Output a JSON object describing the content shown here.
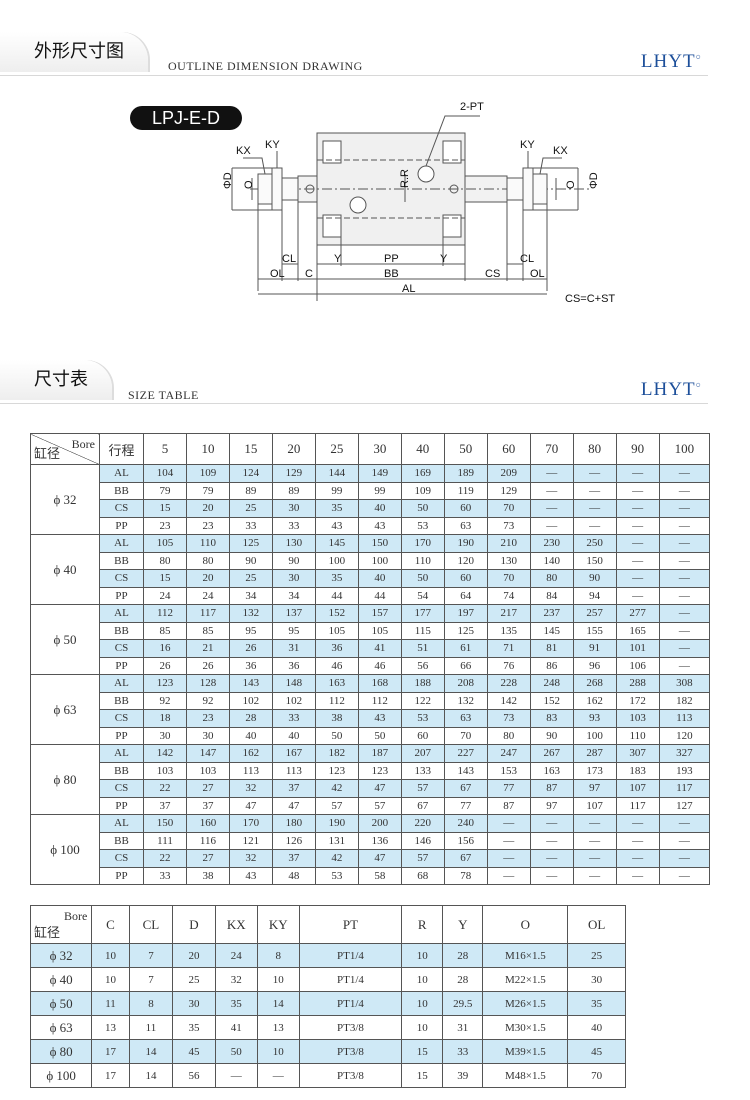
{
  "section1": {
    "title_cn": "外形尺寸图",
    "title_en": "OUTLINE DIMENSION DRAWING",
    "logo": "LHYT"
  },
  "section2": {
    "title_cn": "尺寸表",
    "title_en": "SIZE TABLE",
    "logo": "LHYT"
  },
  "drawing": {
    "model": "LPJ-E-D",
    "labels": {
      "pt": "2-PT",
      "ky_l": "KY",
      "kx_l": "KX",
      "ky_r": "KY",
      "kx_r": "KX",
      "phid_l": "ΦD",
      "o_l": "O",
      "phid_r": "ΦD",
      "o_r": "O",
      "rr": "R.R",
      "cl_l": "CL",
      "ol_l": "OL",
      "c": "C",
      "y_l": "Y",
      "pp": "PP",
      "y_r": "Y",
      "bb": "BB",
      "cs": "CS",
      "cl_r": "CL",
      "ol_r": "OL",
      "al": "AL",
      "note": "CS=C+ST"
    }
  },
  "table1": {
    "bore_label": "Bore",
    "bore_cn": "缸径",
    "stroke_cn": "行程",
    "strokes": [
      "5",
      "10",
      "15",
      "20",
      "25",
      "30",
      "40",
      "50",
      "60",
      "70",
      "80",
      "90",
      "100"
    ],
    "row_labels": [
      "AL",
      "BB",
      "CS",
      "PP"
    ],
    "groups": [
      {
        "bore": "ϕ 32",
        "rows": [
          [
            "104",
            "109",
            "124",
            "129",
            "144",
            "149",
            "169",
            "189",
            "209",
            "—",
            "—",
            "—",
            "—"
          ],
          [
            "79",
            "79",
            "89",
            "89",
            "99",
            "99",
            "109",
            "119",
            "129",
            "—",
            "—",
            "—",
            "—"
          ],
          [
            "15",
            "20",
            "25",
            "30",
            "35",
            "40",
            "50",
            "60",
            "70",
            "—",
            "—",
            "—",
            "—"
          ],
          [
            "23",
            "23",
            "33",
            "33",
            "43",
            "43",
            "53",
            "63",
            "73",
            "—",
            "—",
            "—",
            "—"
          ]
        ]
      },
      {
        "bore": "ϕ 40",
        "rows": [
          [
            "105",
            "110",
            "125",
            "130",
            "145",
            "150",
            "170",
            "190",
            "210",
            "230",
            "250",
            "—",
            "—"
          ],
          [
            "80",
            "80",
            "90",
            "90",
            "100",
            "100",
            "110",
            "120",
            "130",
            "140",
            "150",
            "—",
            "—"
          ],
          [
            "15",
            "20",
            "25",
            "30",
            "35",
            "40",
            "50",
            "60",
            "70",
            "80",
            "90",
            "—",
            "—"
          ],
          [
            "24",
            "24",
            "34",
            "34",
            "44",
            "44",
            "54",
            "64",
            "74",
            "84",
            "94",
            "—",
            "—"
          ]
        ]
      },
      {
        "bore": "ϕ 50",
        "rows": [
          [
            "112",
            "117",
            "132",
            "137",
            "152",
            "157",
            "177",
            "197",
            "217",
            "237",
            "257",
            "277",
            "—"
          ],
          [
            "85",
            "85",
            "95",
            "95",
            "105",
            "105",
            "115",
            "125",
            "135",
            "145",
            "155",
            "165",
            "—"
          ],
          [
            "16",
            "21",
            "26",
            "31",
            "36",
            "41",
            "51",
            "61",
            "71",
            "81",
            "91",
            "101",
            "—"
          ],
          [
            "26",
            "26",
            "36",
            "36",
            "46",
            "46",
            "56",
            "66",
            "76",
            "86",
            "96",
            "106",
            "—"
          ]
        ]
      },
      {
        "bore": "ϕ 63",
        "rows": [
          [
            "123",
            "128",
            "143",
            "148",
            "163",
            "168",
            "188",
            "208",
            "228",
            "248",
            "268",
            "288",
            "308"
          ],
          [
            "92",
            "92",
            "102",
            "102",
            "112",
            "112",
            "122",
            "132",
            "142",
            "152",
            "162",
            "172",
            "182"
          ],
          [
            "18",
            "23",
            "28",
            "33",
            "38",
            "43",
            "53",
            "63",
            "73",
            "83",
            "93",
            "103",
            "113"
          ],
          [
            "30",
            "30",
            "40",
            "40",
            "50",
            "50",
            "60",
            "70",
            "80",
            "90",
            "100",
            "110",
            "120"
          ]
        ]
      },
      {
        "bore": "ϕ 80",
        "rows": [
          [
            "142",
            "147",
            "162",
            "167",
            "182",
            "187",
            "207",
            "227",
            "247",
            "267",
            "287",
            "307",
            "327"
          ],
          [
            "103",
            "103",
            "113",
            "113",
            "123",
            "123",
            "133",
            "143",
            "153",
            "163",
            "173",
            "183",
            "193"
          ],
          [
            "22",
            "27",
            "32",
            "37",
            "42",
            "47",
            "57",
            "67",
            "77",
            "87",
            "97",
            "107",
            "117"
          ],
          [
            "37",
            "37",
            "47",
            "47",
            "57",
            "57",
            "67",
            "77",
            "87",
            "97",
            "107",
            "117",
            "127"
          ]
        ]
      },
      {
        "bore": "ϕ 100",
        "rows": [
          [
            "150",
            "160",
            "170",
            "180",
            "190",
            "200",
            "220",
            "240",
            "—",
            "—",
            "—",
            "—",
            "—"
          ],
          [
            "111",
            "116",
            "121",
            "126",
            "131",
            "136",
            "146",
            "156",
            "—",
            "—",
            "—",
            "—",
            "—"
          ],
          [
            "22",
            "27",
            "32",
            "37",
            "42",
            "47",
            "57",
            "67",
            "—",
            "—",
            "—",
            "—",
            "—"
          ],
          [
            "33",
            "38",
            "43",
            "48",
            "53",
            "58",
            "68",
            "78",
            "—",
            "—",
            "—",
            "—",
            "—"
          ]
        ]
      }
    ]
  },
  "table2": {
    "bore_label": "Bore",
    "bore_cn": "缸径",
    "headers": [
      "C",
      "CL",
      "D",
      "KX",
      "KY",
      "PT",
      "R",
      "Y",
      "O",
      "OL"
    ],
    "rows": [
      [
        "ϕ 32",
        "10",
        "7",
        "20",
        "24",
        "8",
        "PT1/4",
        "10",
        "28",
        "M16×1.5",
        "25"
      ],
      [
        "ϕ 40",
        "10",
        "7",
        "25",
        "32",
        "10",
        "PT1/4",
        "10",
        "28",
        "M22×1.5",
        "30"
      ],
      [
        "ϕ 50",
        "11",
        "8",
        "30",
        "35",
        "14",
        "PT1/4",
        "10",
        "29.5",
        "M26×1.5",
        "35"
      ],
      [
        "ϕ 63",
        "13",
        "11",
        "35",
        "41",
        "13",
        "PT3/8",
        "10",
        "31",
        "M30×1.5",
        "40"
      ],
      [
        "ϕ 80",
        "17",
        "14",
        "45",
        "50",
        "10",
        "PT3/8",
        "15",
        "33",
        "M39×1.5",
        "45"
      ],
      [
        "ϕ 100",
        "17",
        "14",
        "56",
        "—",
        "—",
        "PT3/8",
        "15",
        "39",
        "M48×1.5",
        "70"
      ]
    ]
  }
}
